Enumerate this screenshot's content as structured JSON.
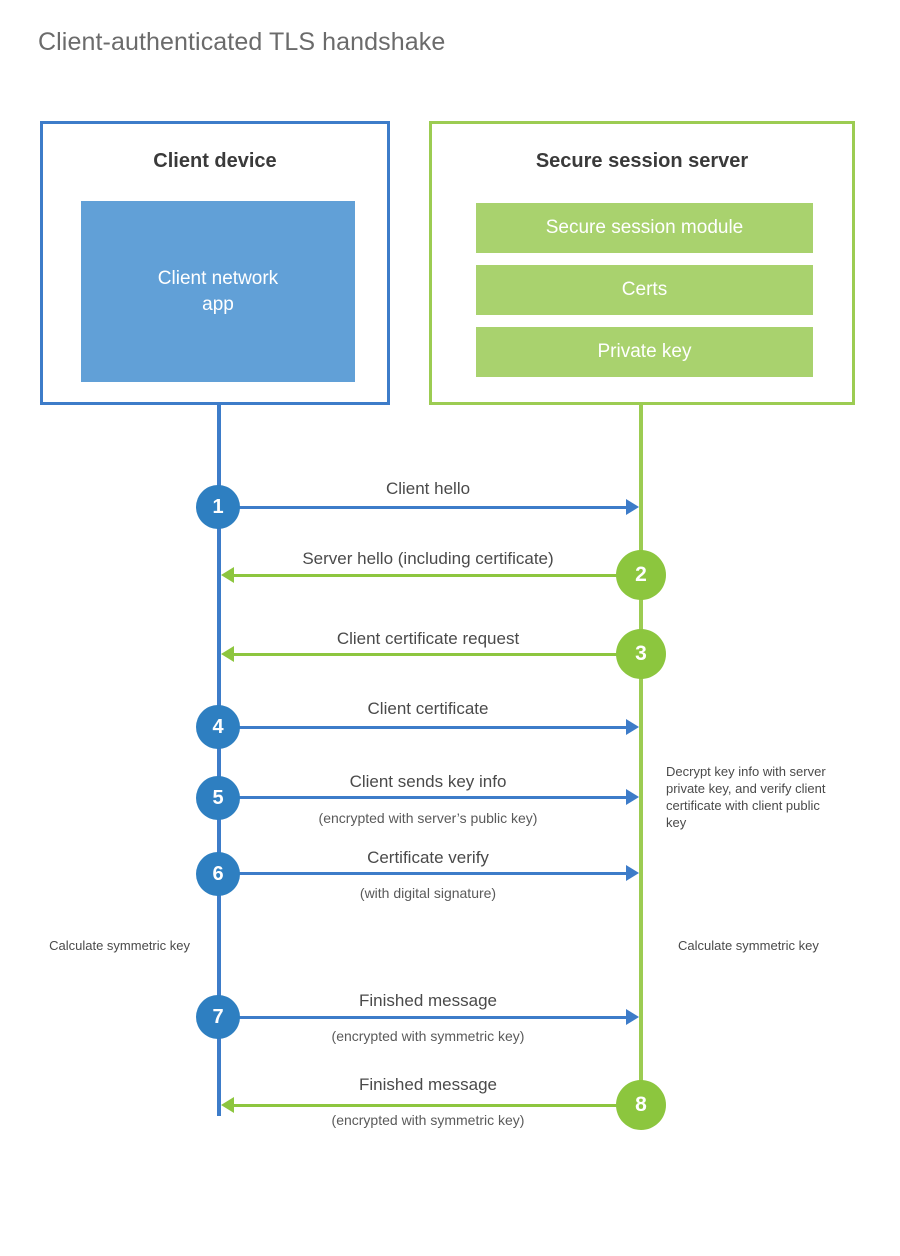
{
  "title": "Client-authenticated TLS handshake",
  "colors": {
    "client_blue": "#3d7cc9",
    "client_app_fill": "#61a0d7",
    "server_green": "#9ccc52",
    "server_bar_fill": "#a9d26e",
    "badge_blue": "#2e7fc1",
    "badge_green": "#8cc63e",
    "arrow_green": "#8dc63f",
    "text_gray": "#4a4a4a",
    "title_gray": "#6b6b6b",
    "background": "#ffffff"
  },
  "client": {
    "title": "Client device",
    "app_label": "Client network\napp",
    "app_label_line1": "Client network",
    "app_label_line2": "app"
  },
  "server": {
    "title": "Secure session server",
    "components": [
      {
        "label": "Secure session module"
      },
      {
        "label": "Certs"
      },
      {
        "label": "Private key"
      }
    ]
  },
  "steps": [
    {
      "number": "1",
      "side": "client",
      "direction": "client-to-server",
      "label": "Client hello",
      "sublabel": ""
    },
    {
      "number": "2",
      "side": "server",
      "direction": "server-to-client",
      "label": "Server hello (including certificate)",
      "sublabel": ""
    },
    {
      "number": "3",
      "side": "server",
      "direction": "server-to-client",
      "label": "Client certificate request",
      "sublabel": ""
    },
    {
      "number": "4",
      "side": "client",
      "direction": "client-to-server",
      "label": "Client certificate",
      "sublabel": ""
    },
    {
      "number": "5",
      "side": "client",
      "direction": "client-to-server",
      "label": "Client sends key info",
      "sublabel": "(encrypted with server’s public key)"
    },
    {
      "number": "6",
      "side": "client",
      "direction": "client-to-server",
      "label": "Certificate verify",
      "sublabel": "(with digital signature)"
    },
    {
      "number": "7",
      "side": "client",
      "direction": "client-to-server",
      "label": "Finished message",
      "sublabel": "(encrypted with symmetric key)"
    },
    {
      "number": "8",
      "side": "server",
      "direction": "server-to-client",
      "label": "Finished message",
      "sublabel": "(encrypted with symmetric key)"
    }
  ],
  "annotations": {
    "decrypt_note": "Decrypt key info with server private key, and verify client certificate with client public key",
    "calculate_client": "Calculate symmetric key",
    "calculate_server": "Calculate symmetric key"
  }
}
